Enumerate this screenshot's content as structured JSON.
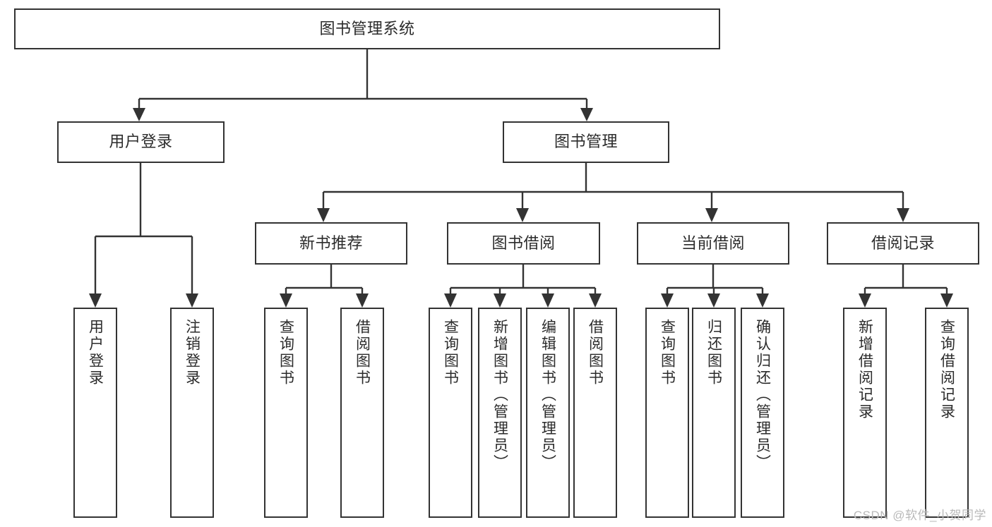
{
  "diagram": {
    "type": "tree-hierarchy",
    "root": {
      "label": "图书管理系统"
    },
    "level1": [
      {
        "label": "用户登录"
      },
      {
        "label": "图书管理"
      }
    ],
    "level2": [
      {
        "label": "新书推荐"
      },
      {
        "label": "图书借阅"
      },
      {
        "label": "当前借阅"
      },
      {
        "label": "借阅记录"
      }
    ],
    "leaves": {
      "user_login": [
        {
          "label": "用户登录"
        },
        {
          "label": "注销登录"
        }
      ],
      "new_book_recommend": [
        {
          "label": "查询图书"
        },
        {
          "label": "借阅图书"
        }
      ],
      "book_borrow": [
        {
          "label": "查询图书"
        },
        {
          "label": "新增图书（管理员）"
        },
        {
          "label": "编辑图书（管理员）"
        },
        {
          "label": "借阅图书"
        }
      ],
      "current_borrow": [
        {
          "label": "查询图书"
        },
        {
          "label": "归还图书"
        },
        {
          "label": "确认归还（管理员）"
        }
      ],
      "borrow_record": [
        {
          "label": "新增借阅记录"
        },
        {
          "label": "查询借阅记录"
        }
      ]
    }
  },
  "watermark": {
    "text": "CSDN @软件_小贺同学"
  },
  "colors": {
    "border": "#333333",
    "text": "#2b2b2b",
    "background": "#ffffff",
    "watermark": "#b9b9b9"
  }
}
